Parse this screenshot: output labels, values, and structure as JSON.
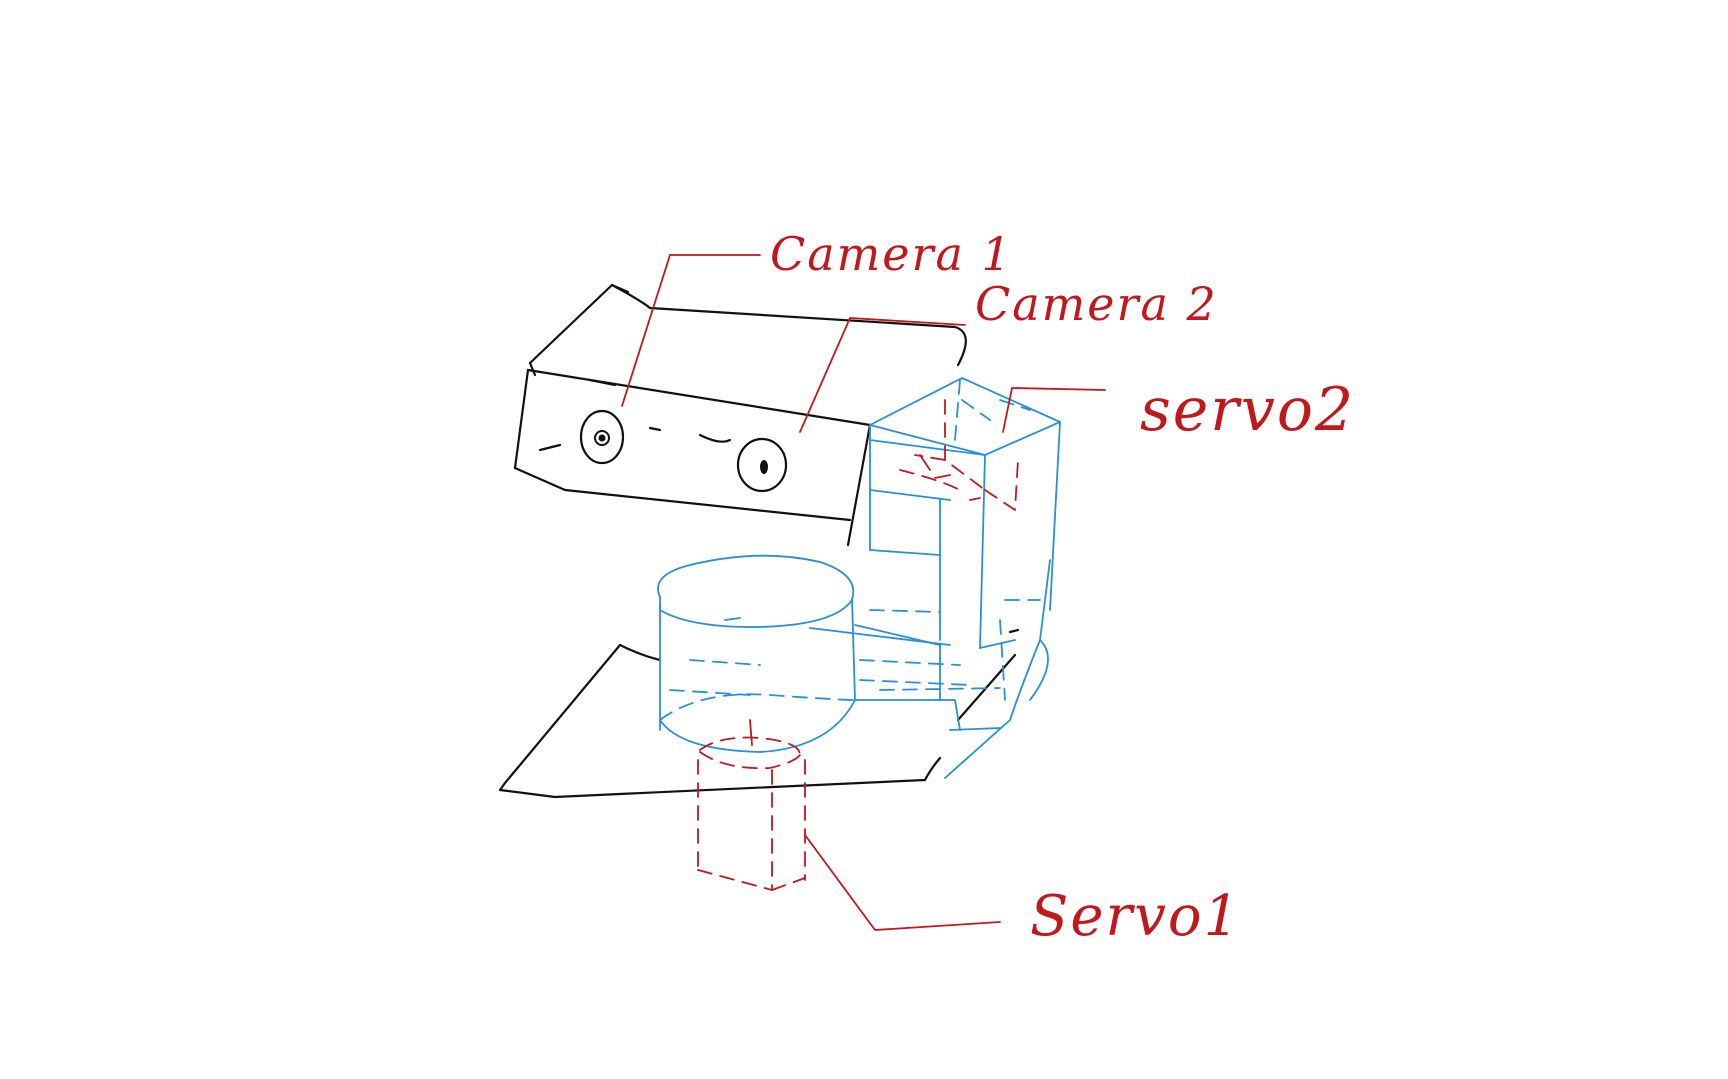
{
  "labels": {
    "camera1": "Camera 1",
    "camera2": "Camera 2",
    "servo2": "servo2",
    "servo1": "Servo1"
  },
  "colors": {
    "background": "#ffffff",
    "camera_body": "#111111",
    "servo_parts": "#2a8fd6",
    "annotations": "#c0181c"
  }
}
